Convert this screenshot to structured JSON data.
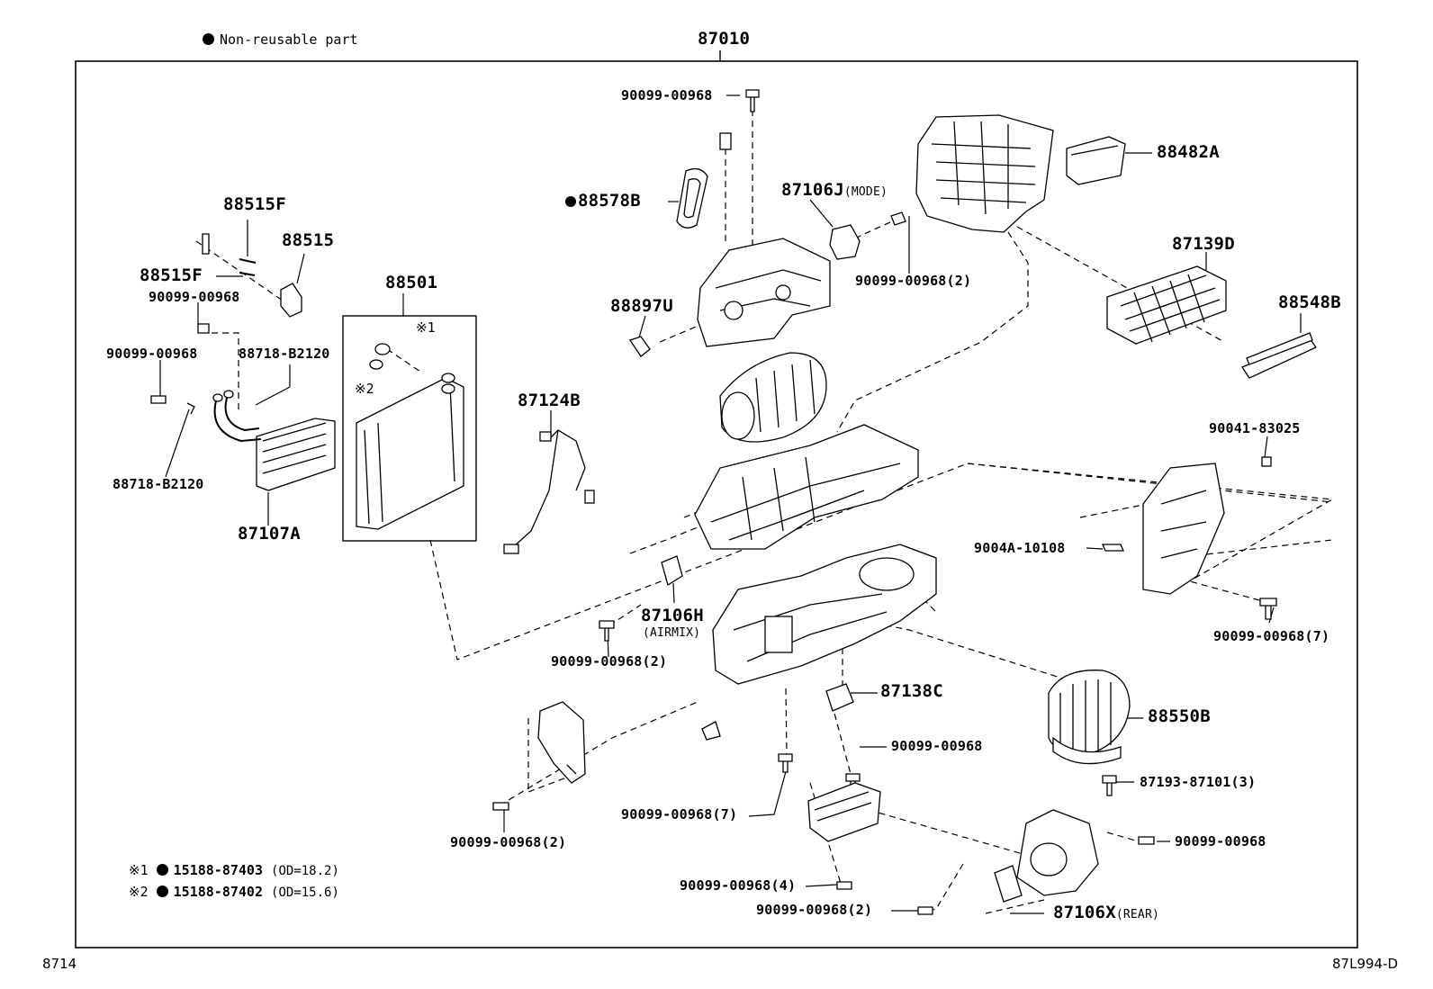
{
  "legend": {
    "non_reusable": "Non-reusable part"
  },
  "assembly": "87010",
  "parts": {
    "p1": "90099-00968",
    "p2": "88578B",
    "p3": "87106J",
    "p3_tag": "(MODE)",
    "p4": "88482A",
    "p5": "90099-00968(2)",
    "p6": "87139D",
    "p7": "88548B",
    "p8": "88515F",
    "p9": "88515",
    "p10": "88515F",
    "p11": "90099-00968",
    "p12": "88501",
    "p13": "90099-00968",
    "p14": "88718-B2120",
    "p15": "88897U",
    "p16": "87124B",
    "p17": "88718-B2120",
    "p18": "87107A",
    "p19": "90041-83025",
    "p20": "9004A-10108",
    "p21": "87106H",
    "p21_tag": "(AIRMIX)",
    "p22": "90099-00968(2)",
    "p23": "90099-00968(7)",
    "p24": "87138C",
    "p25": "88550B",
    "p26": "90099-00968",
    "p27": "87193-87101(3)",
    "p28": "90099-00968(7)",
    "p29": "90099-00968(2)",
    "p30": "90099-00968",
    "p31": "90099-00968(4)",
    "p32": "90099-00968(2)",
    "p33": "87106X",
    "p33_tag": "(REAR)"
  },
  "marks": {
    "m1": "※1",
    "m2": "※2"
  },
  "notes": [
    {
      "mark": "※1",
      "part": "15188-87403",
      "spec": "(OD=18.2)"
    },
    {
      "mark": "※2",
      "part": "15188-87402",
      "spec": "(OD=15.6)"
    }
  ],
  "footer": {
    "left": "8714",
    "right": "87L994-D"
  }
}
